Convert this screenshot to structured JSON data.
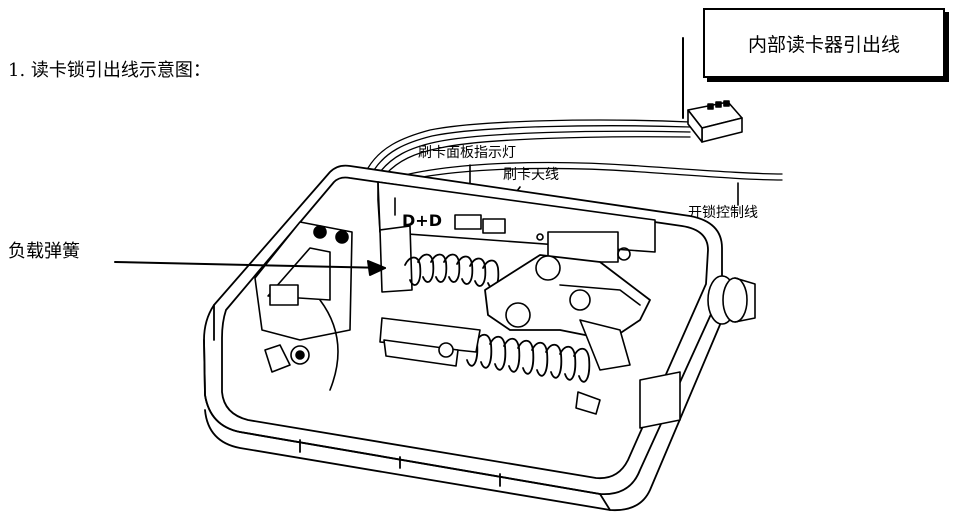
{
  "title": "1. 读卡锁引出线示意图：",
  "boxed_label": "内部读卡器引出线",
  "labels": {
    "panel_indicator": "刷卡面板指示灯",
    "antenna": "刷卡天线",
    "unlock_wire": "开锁控制线",
    "spring": "负载弹簧"
  }
}
